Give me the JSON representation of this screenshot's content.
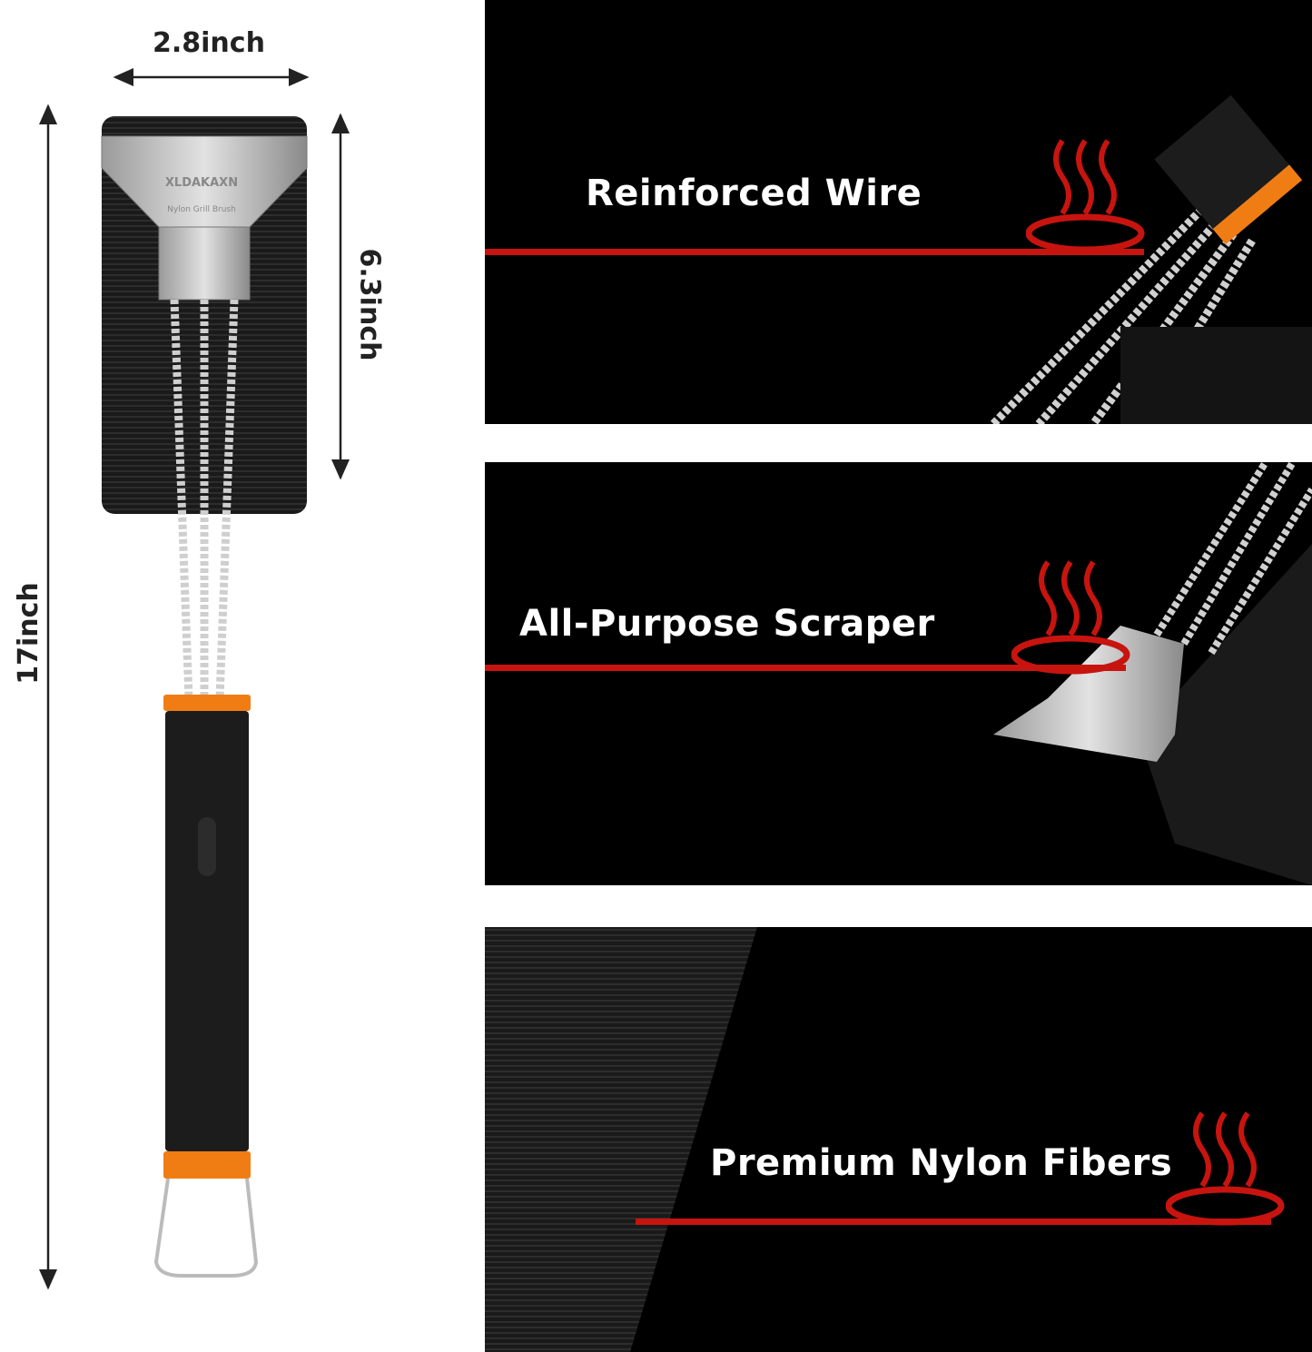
{
  "dimensions": {
    "width_label": "2.8inch",
    "head_length_label": "6.3inch",
    "total_length_label": "17inch"
  },
  "product": {
    "logo_text": "XLDAKAXN",
    "scraper_text": "Nylon Grill Brush"
  },
  "features": [
    {
      "title": "Reinforced Wire",
      "icon": "heat-waves-icon"
    },
    {
      "title": "All-Purpose Scraper",
      "icon": "heat-waves-icon"
    },
    {
      "title": "Premium Nylon Fibers",
      "icon": "heat-waves-icon"
    }
  ],
  "colors": {
    "accent_red": "#c8140f",
    "handle_orange": "#f07d14",
    "panel_bg": "#000000"
  }
}
